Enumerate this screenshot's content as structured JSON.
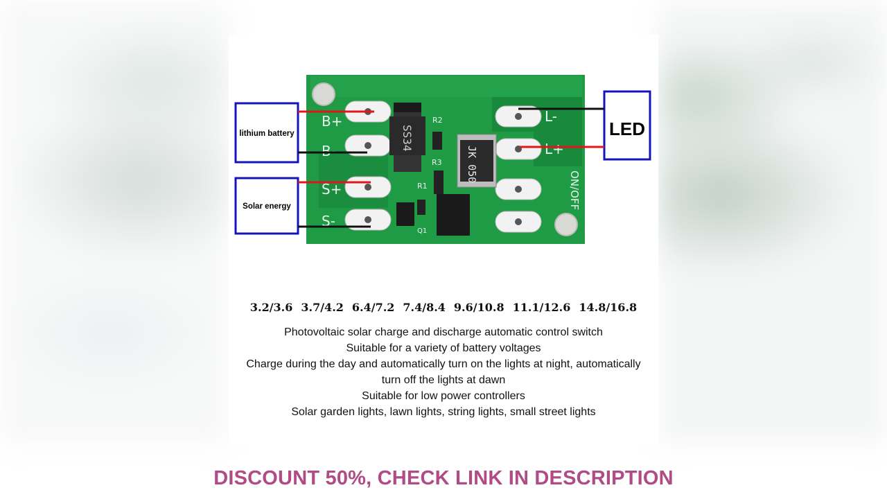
{
  "board": {
    "battery_label": "lithium battery",
    "solar_label": "Solar energy",
    "led_label": "LED",
    "pads_left": [
      "B+",
      "B-",
      "S+",
      "S-"
    ],
    "pads_right": [
      "L-",
      "L+"
    ],
    "switch_label": "ON/OFF",
    "diode_marking": "SS34",
    "inductor_marking": "JK 050",
    "r2": "R2",
    "r3": "R3",
    "r1": "R1",
    "q1": "Q1",
    "colors": {
      "pcb": "#1f9a45",
      "pcb_dark": "#168037",
      "box_border": "#1414b8",
      "wire_red": "#e0161b",
      "wire_black": "#111111"
    }
  },
  "voltages": [
    "3.2/3.6",
    "3.7/4.2",
    "6.4/7.2",
    "7.4/8.4",
    "9.6/10.8",
    "11.1/12.6",
    "14.8/16.8"
  ],
  "description": [
    "Photovoltaic solar charge and discharge automatic control switch",
    "Suitable for a variety of battery voltages",
    "Charge during the day and automatically turn on the lights at night, automatically turn off the lights at dawn",
    "Suitable for low power controllers",
    "Solar garden lights, lawn lights, string lights, small street lights"
  ],
  "banner": "DISCOUNT 50%, CHECK LINK IN DESCRIPTION"
}
